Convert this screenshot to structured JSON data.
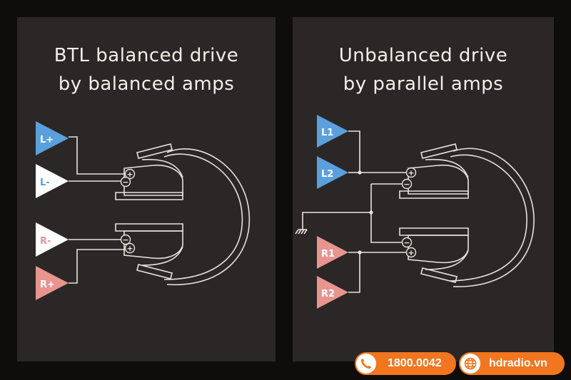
{
  "left_panel": {
    "title_line1": "BTL balanced drive",
    "title_line2": "by balanced amps",
    "amps": {
      "l_plus": "L+",
      "l_minus": "L-",
      "r_minus": "R-",
      "r_plus": "R+"
    }
  },
  "right_panel": {
    "title_line1": "Unbalanced drive",
    "title_line2": "by parallel amps",
    "amps": {
      "l1": "L1",
      "l2": "L2",
      "r1": "R1",
      "r2": "R2"
    }
  },
  "contact": {
    "phone": "1800.0042",
    "website": "hdradio.vn"
  },
  "colors": {
    "left_channel": "#5aa0dc",
    "right_channel": "#e8948f",
    "negative_amp": "#ffffff",
    "wire": "#e6e3de",
    "badge": "#f2761f"
  },
  "icons": {
    "phone": "phone-icon",
    "website": "globe-icon"
  }
}
